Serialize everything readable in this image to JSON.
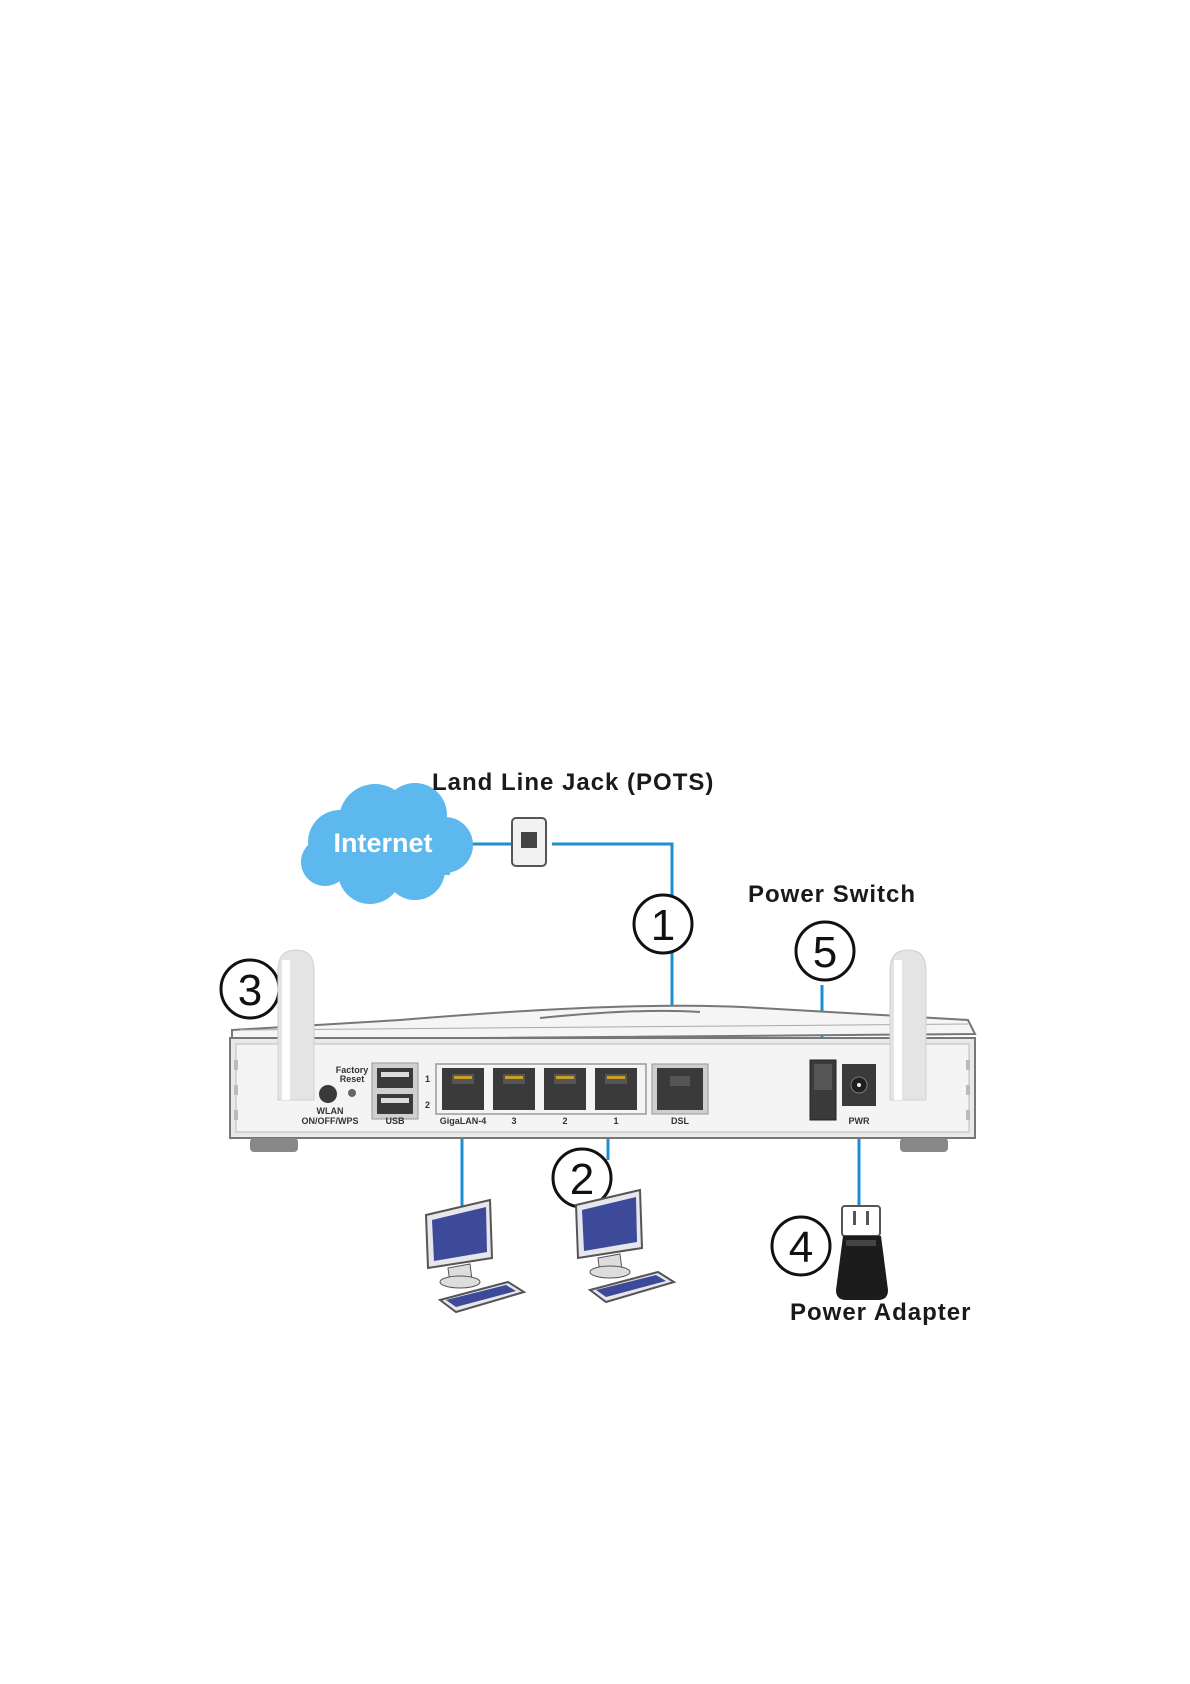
{
  "labels": {
    "land_line_jack": "Land Line Jack (POTS)",
    "internet": "Internet",
    "power_switch": "Power Switch",
    "power_adapter": "Power Adapter"
  },
  "callouts": {
    "dsl": "1",
    "lan": "2",
    "antenna": "3",
    "adapter": "4",
    "switch": "5"
  },
  "router": {
    "factory_reset": [
      "Factory",
      "Reset"
    ],
    "wlan_button": [
      "WLAN",
      "ON/OFF/WPS"
    ],
    "usb": "USB",
    "usb_port_1": "1",
    "usb_port_2": "2",
    "lan_ports": [
      "GigaLAN-4",
      "3",
      "2",
      "1"
    ],
    "dsl": "DSL",
    "pwr": "PWR"
  },
  "colors": {
    "cable": "#1d8fd1",
    "cloud": "#5db8ee",
    "router_body": "#e9e9e9",
    "port_dark": "#3a3a3a"
  }
}
